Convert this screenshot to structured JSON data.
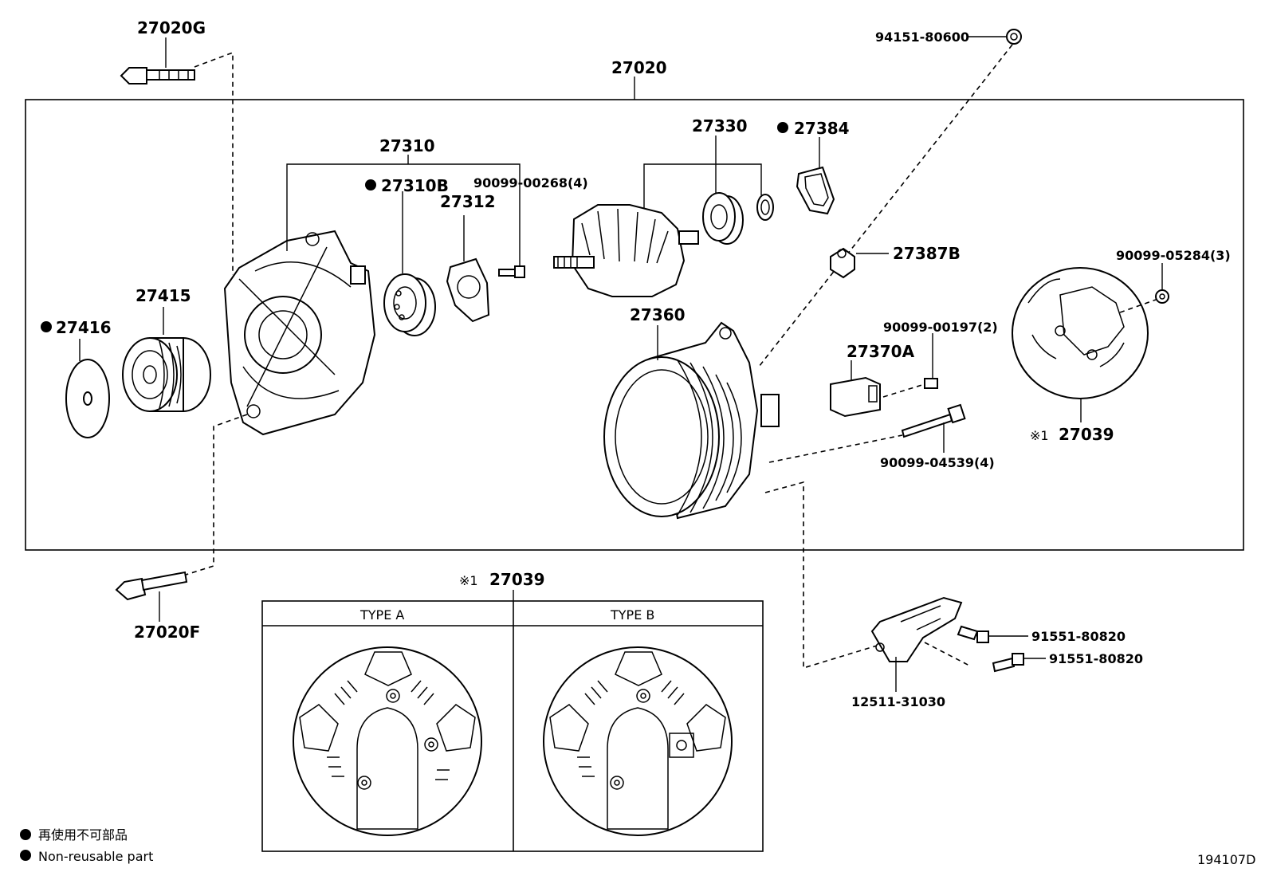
{
  "diagram_id": "194107D",
  "assembly": {
    "part_no": "27020"
  },
  "parts": {
    "p27020G": "27020G",
    "p27020F": "27020F",
    "p27416": "27416",
    "p27415": "27415",
    "p27310": "27310",
    "p27310B": "27310B",
    "p27312": "27312",
    "p90099_00268": "90099-00268(4)",
    "p27330": "27330",
    "p27384": "27384",
    "p27387B": "27387B",
    "p94151_80600": "94151-80600",
    "p90099_05284": "90099-05284(3)",
    "p27360": "27360",
    "p90099_00197": "90099-00197(2)",
    "p27370A": "27370A",
    "p90099_04539": "90099-04539(4)",
    "p27039": "27039",
    "p91551_80820_a": "91551-80820",
    "p91551_80820_b": "91551-80820",
    "p12511_31030": "12511-31030"
  },
  "ref_mark": "※1",
  "type_table": {
    "part_no": "27039",
    "type_a": "TYPE A",
    "type_b": "TYPE B"
  },
  "legend": {
    "japanese": "再使用不可部品",
    "english": "Non-reusable part"
  }
}
